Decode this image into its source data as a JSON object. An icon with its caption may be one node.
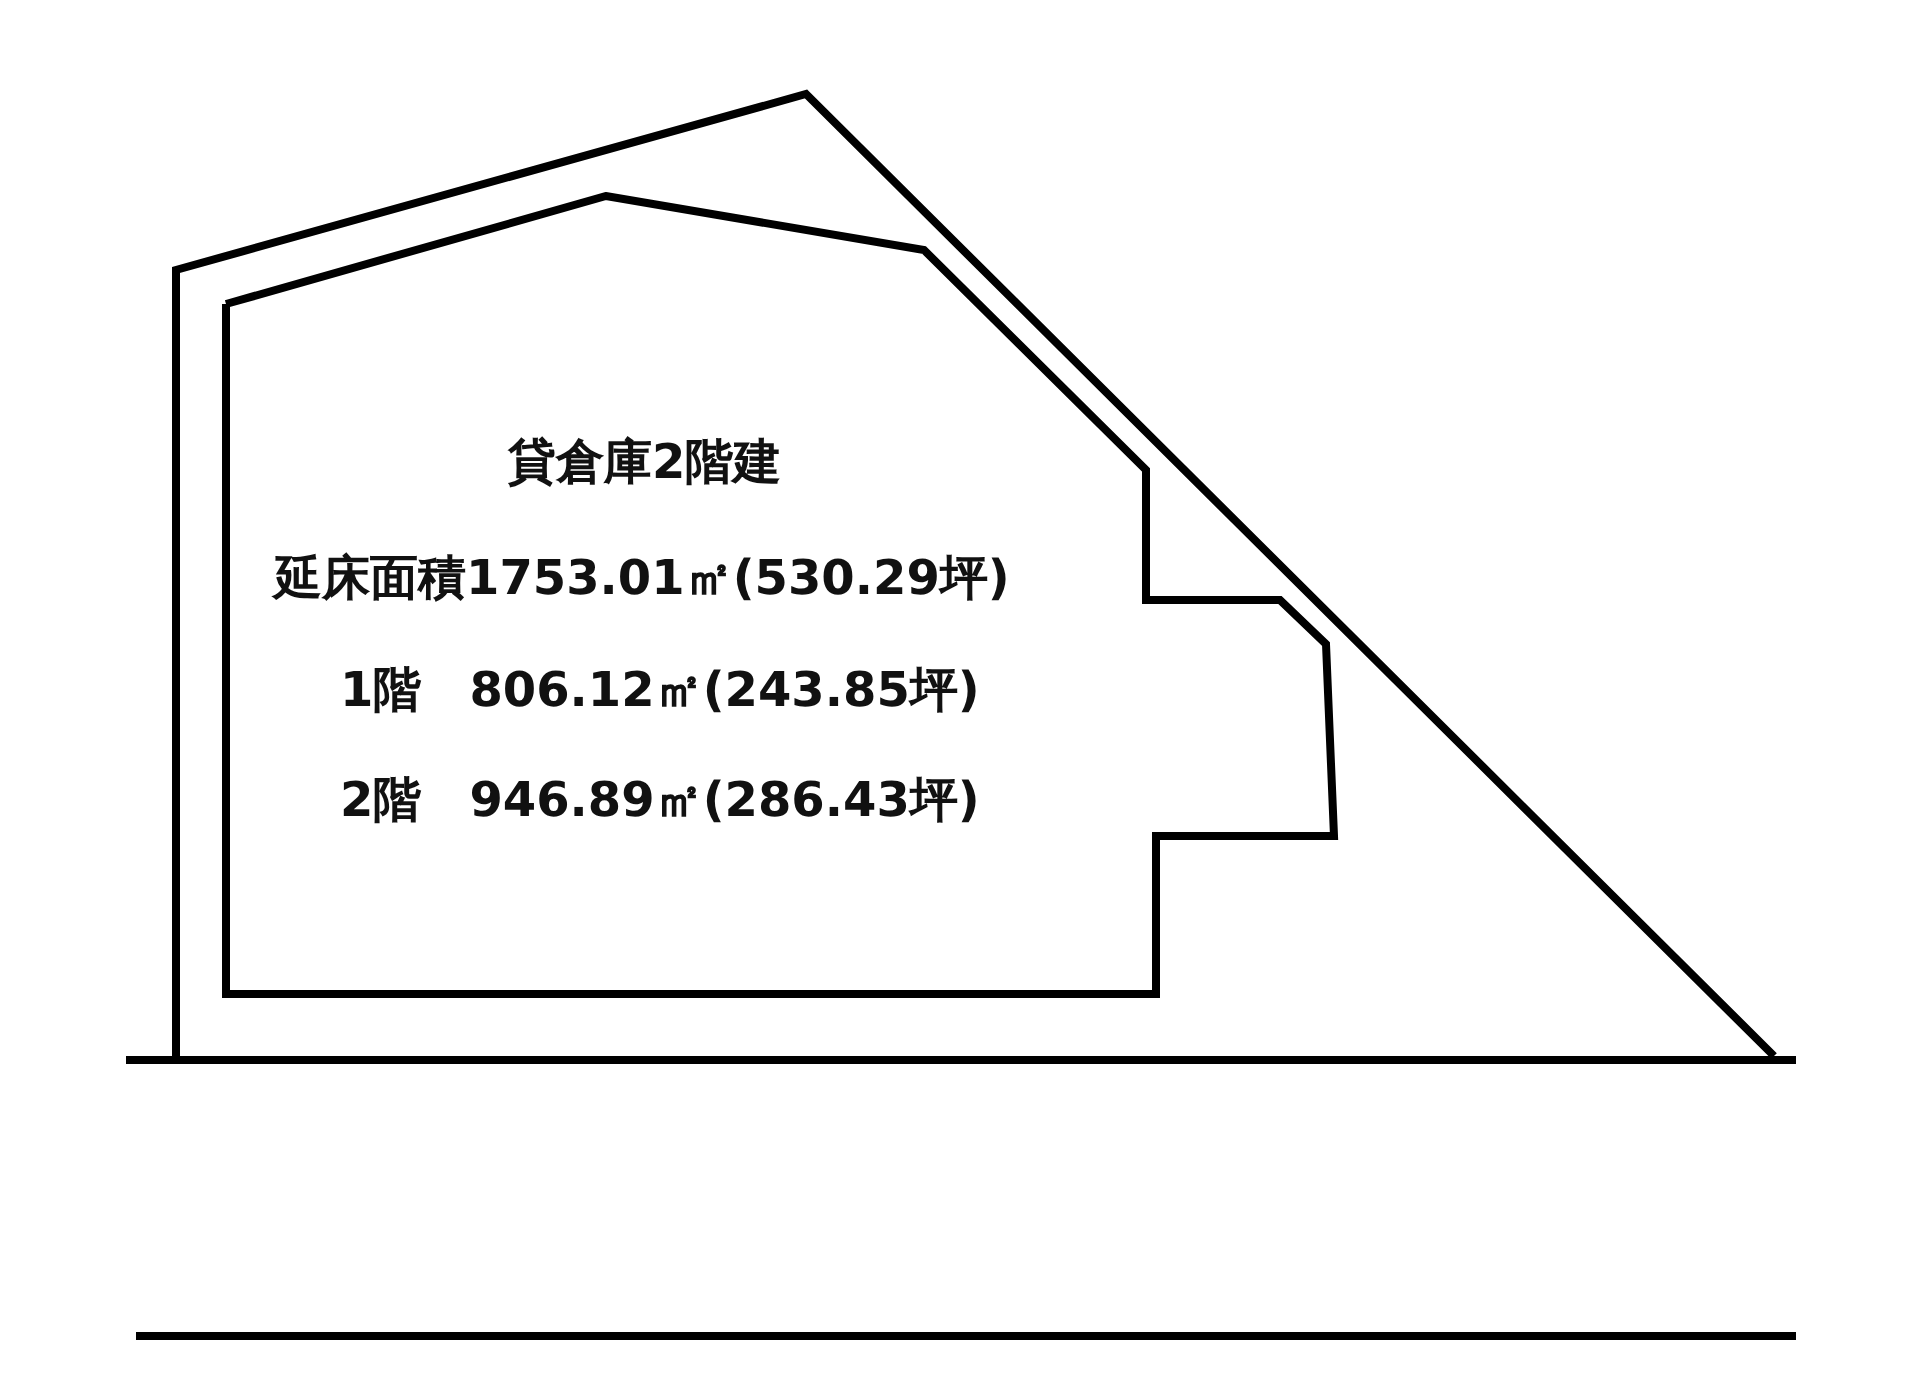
{
  "diagram": {
    "nodes": [
      {
        "text": [
          "貸倉庫2階建",
          "延床面積1753.01㎡(530.29坪)",
          "1階　806.12㎡(243.85坪)",
          "2階　946.89㎡(286.43坪)"
        ]
      }
    ]
  }
}
